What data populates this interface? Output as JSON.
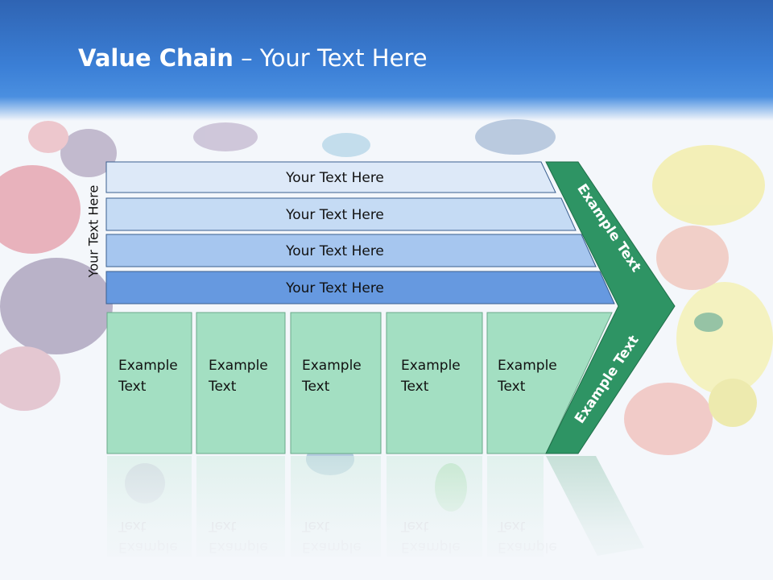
{
  "title": {
    "bold": "Value Chain",
    "rest": " – Your Text Here"
  },
  "side_label": "Your Text Here",
  "bars": [
    {
      "label": "Your Text Here",
      "color": "#dde9f8"
    },
    {
      "label": "Your Text Here",
      "color": "#c5dbf4"
    },
    {
      "label": "Your Text Here",
      "color": "#a6c6ef"
    },
    {
      "label": "Your Text Here",
      "color": "#6699e0"
    }
  ],
  "boxes": [
    {
      "line1": "Example",
      "line2": "Text"
    },
    {
      "line1": "Example",
      "line2": "Text"
    },
    {
      "line1": "Example",
      "line2": "Text"
    },
    {
      "line1": "Example",
      "line2": "Text"
    },
    {
      "line1": "Example",
      "line2": "Text"
    }
  ],
  "arrow": {
    "upper_label": "Example Text",
    "lower_label": "Example Text",
    "color": "#2e9464"
  },
  "colors": {
    "box_fill": "#a3dfc2",
    "box_stroke": "#6aa88a",
    "bar_stroke": "#3a5f8f"
  }
}
